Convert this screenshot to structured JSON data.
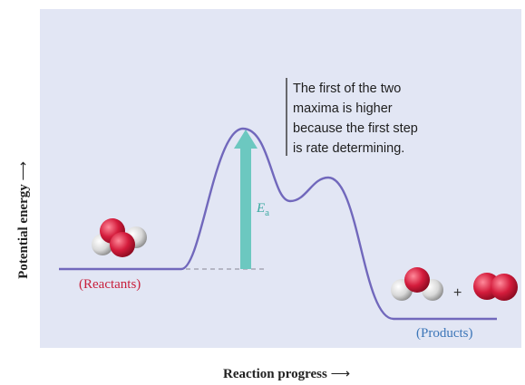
{
  "axes": {
    "y_label": "Potential energy",
    "x_label": "Reaction progress",
    "arrow_glyph": "⟶"
  },
  "annotation": {
    "lines": [
      "The first of the two",
      "maxima is higher",
      "because the first step",
      "is rate determining."
    ]
  },
  "activation_energy": {
    "symbol": "E",
    "subscript": "a"
  },
  "reactants_label": "(Reactants)",
  "products_label": "(Products)",
  "plus_sign": "+",
  "colors": {
    "panel_bg": "#e2e6f4",
    "curve": "#7168bc",
    "ea_arrow": "#6cc8c0",
    "ea_text": "#3aa8a0",
    "reactants_text": "#c8203c",
    "products_text": "#3c76b8",
    "oxygen": "#d42040",
    "hydrogen": "#e4e4e4"
  }
}
